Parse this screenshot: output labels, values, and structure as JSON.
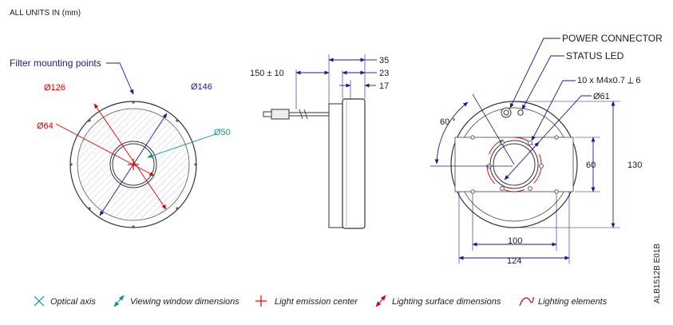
{
  "header": {
    "units_note": "ALL UNITS IN (mm)"
  },
  "part_number": "ALB1512B E01B",
  "colors": {
    "dimension": "#1a1a8c",
    "emission": "#e00000",
    "window": "#009999",
    "element": "#cc0000",
    "outline": "#333333",
    "hatch": "#bbbbbb"
  },
  "front_view": {
    "filter_label": "Filter mounting points",
    "dim_outer": "Ø146",
    "dim_lighting": "Ø126",
    "dim_inner": "Ø64",
    "dim_window": "Ø50"
  },
  "side_view": {
    "cable_length": "150 ± 10",
    "dim_35": "35",
    "dim_23": "23",
    "dim_17": "17"
  },
  "rear_view": {
    "power_connector": "POWER CONNECTOR",
    "status_led": "STATUS LED",
    "mount_holes": "10 x M4x0.7 ⟂ 6",
    "dim_61": "Ø61",
    "angle": "60 °",
    "dim_60": "60",
    "dim_130": "130",
    "dim_100": "100",
    "dim_124": "124"
  },
  "legend": {
    "optical_axis": "Optical axis",
    "viewing_window": "Viewing window dimensions",
    "emission_center": "Light emission center",
    "lighting_surface": "Lighting surface dimensions",
    "lighting_elements": "Lighting elements"
  }
}
